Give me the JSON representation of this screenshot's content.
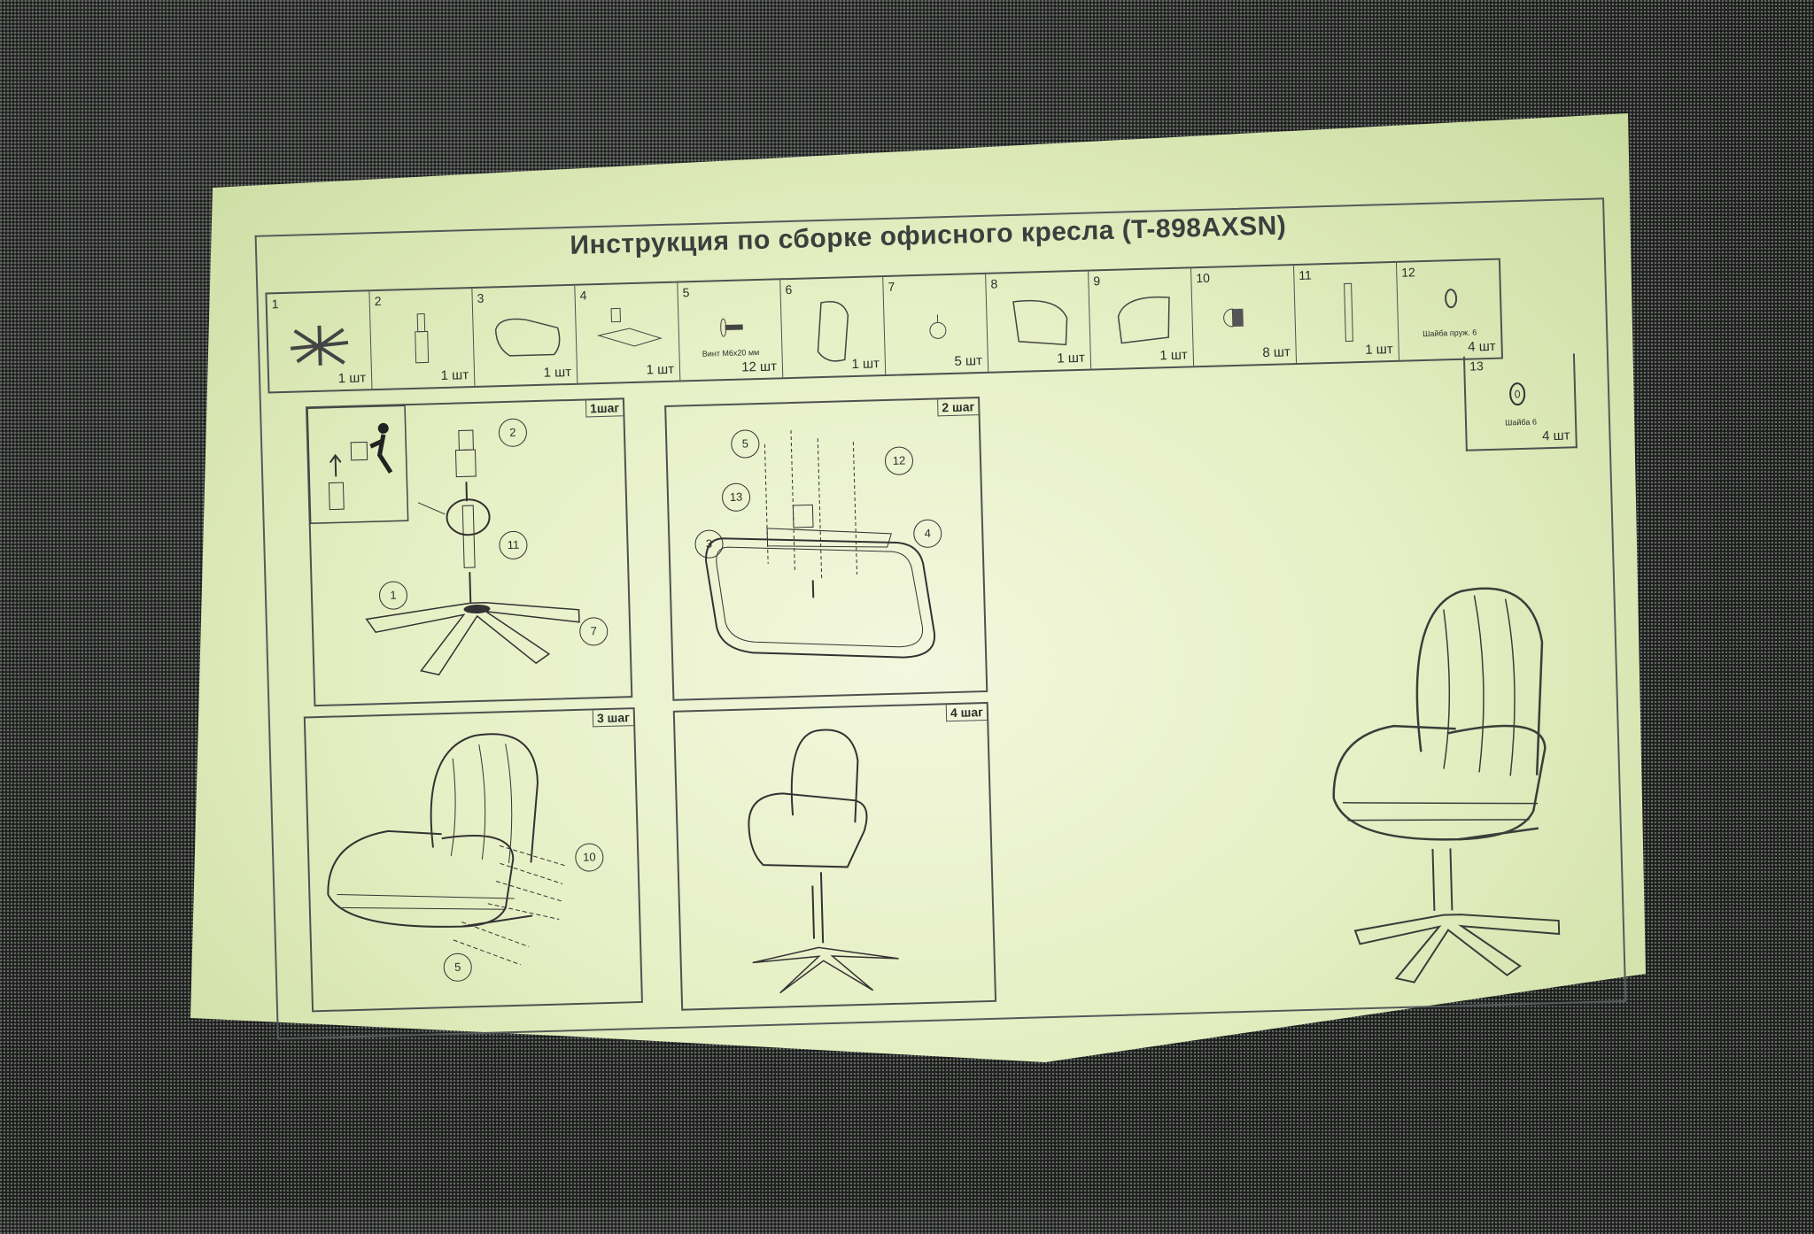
{
  "title": "Инструкция по сборке офисного кресла (T-898AXSN)",
  "parts": [
    {
      "num": "1",
      "qty": "1 шт",
      "icon": "star-base-icon"
    },
    {
      "num": "2",
      "qty": "1 шт",
      "icon": "gas-lift-icon"
    },
    {
      "num": "3",
      "qty": "1 шт",
      "icon": "seat-icon"
    },
    {
      "num": "4",
      "qty": "1 шт",
      "icon": "mechanism-icon"
    },
    {
      "num": "5",
      "qty": "12 шт",
      "note": "Винт М6х20 мм",
      "icon": "screw-icon"
    },
    {
      "num": "6",
      "qty": "1 шт",
      "icon": "backrest-icon"
    },
    {
      "num": "7",
      "qty": "5 шт",
      "icon": "caster-icon"
    },
    {
      "num": "8",
      "qty": "1 шт",
      "icon": "armrest-left-icon"
    },
    {
      "num": "9",
      "qty": "1 шт",
      "icon": "armrest-right-icon"
    },
    {
      "num": "10",
      "qty": "8 шт",
      "icon": "cap-icon"
    },
    {
      "num": "11",
      "qty": "1 шт",
      "icon": "cover-tube-icon"
    },
    {
      "num": "12",
      "qty": "4 шт",
      "note": "Шайба пруж. 6",
      "icon": "spring-washer-icon"
    },
    {
      "num": "13",
      "qty": "4 шт",
      "note": "Шайба 6",
      "icon": "washer-icon"
    }
  ],
  "steps": [
    {
      "label": "1шаг",
      "callouts": [
        "2",
        "11",
        "1",
        "7"
      ]
    },
    {
      "label": "2 шаг",
      "callouts": [
        "5",
        "13",
        "12",
        "3",
        "4"
      ]
    },
    {
      "label": "3 шаг",
      "callouts": [
        "10",
        "5"
      ]
    },
    {
      "label": "4 шаг"
    }
  ]
}
